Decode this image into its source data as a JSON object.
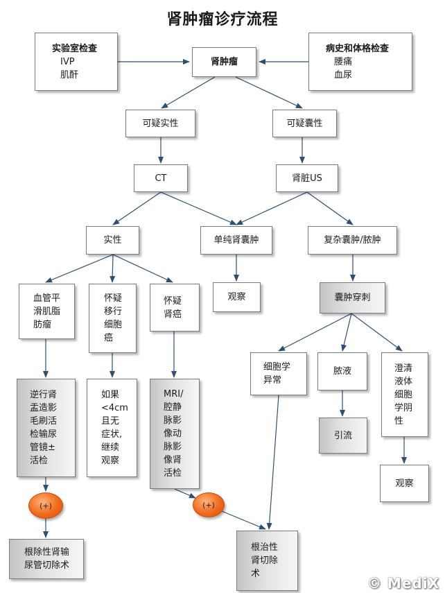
{
  "title": "肾肿瘤诊疗流程",
  "nodes": {
    "lab": {
      "title": "实验室检查",
      "lines": [
        "IVP",
        "肌酐"
      ]
    },
    "renal_tumor": "肾肿瘤",
    "history": {
      "title": "病史和体格检查",
      "lines": [
        "腰痛",
        "血尿"
      ]
    },
    "suspect_solid": "可疑实性",
    "suspect_cystic": "可疑囊性",
    "ct": "CT",
    "renal_us": "肾脏US",
    "solid": "实性",
    "simple_cyst": "单纯肾囊肿",
    "complex_cyst": "复杂囊肿/脓肿",
    "aml": [
      "血管平",
      "滑肌脂",
      "肪瘤"
    ],
    "suspect_metastasis": [
      "怀疑",
      "移行",
      "细胞",
      "癌"
    ],
    "suspect_rcc": [
      "怀疑",
      "肾癌"
    ],
    "observe_1": "观察",
    "cyst_puncture": "囊肿穿刺",
    "cytology_abnormal": [
      "细胞学",
      "异常"
    ],
    "pus": "脓液",
    "clear_fluid": [
      "澄清",
      "液体",
      "细胞",
      "学阴",
      "性"
    ],
    "retrograde": [
      "逆行肾",
      "盂造影",
      "毛刷活",
      "检输尿",
      "管镜±",
      "活检"
    ],
    "if_small": [
      "如果",
      "<4cm",
      "且无",
      "症状,",
      "继续",
      "观察"
    ],
    "mri": [
      "MRI/",
      "腔静",
      "脉影",
      "像动",
      "脉影",
      "像肾",
      "活检"
    ],
    "drainage": "引流",
    "observe_2": "观察",
    "positive_1": "(+)",
    "positive_2": "(+)",
    "nephroureterectomy": [
      "根除性肾输",
      "尿管切除术"
    ],
    "radical_nephrectomy": [
      "根治性",
      "肾切除",
      "术"
    ]
  },
  "watermark": "© MediX"
}
